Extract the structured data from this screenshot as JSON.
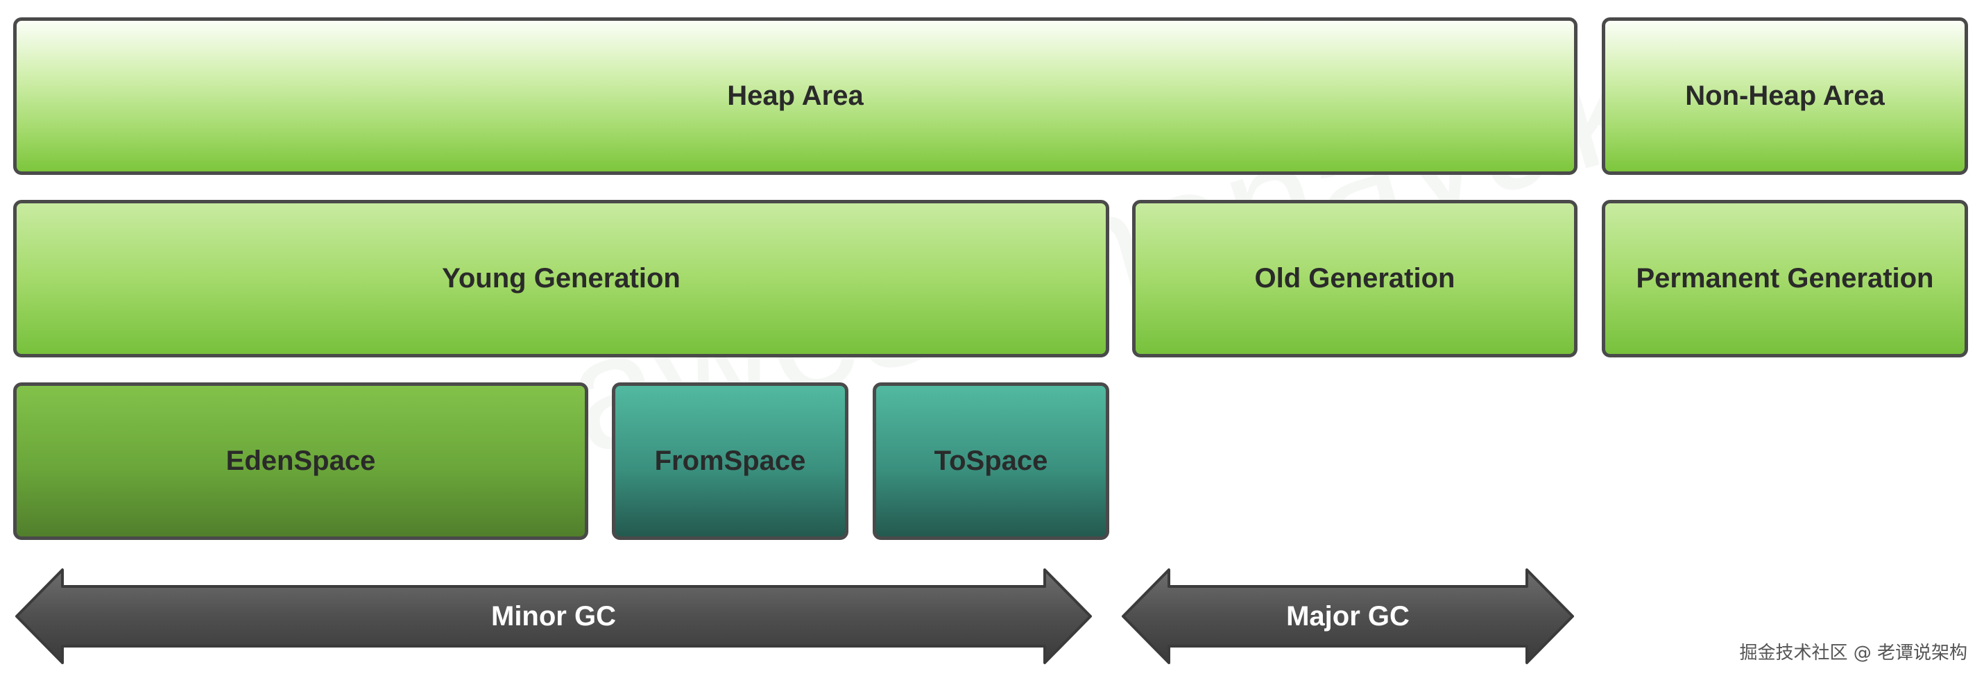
{
  "diagram": {
    "heap_area": "Heap Area",
    "non_heap_area": "Non-Heap Area",
    "young_generation": "Young Generation",
    "old_generation": "Old Generation",
    "permanent_generation": "Permanent Generation",
    "eden_space": "EdenSpace",
    "from_space": "FromSpace",
    "to_space": "ToSpace",
    "minor_gc": "Minor GC",
    "major_gc": "Major GC"
  },
  "watermark": "theawesomenayak",
  "credit": "掘金技术社区 @ 老谭说架构",
  "colors": {
    "border": "#4a4a4a",
    "lime_bottom": "#7dc63c",
    "eden_bottom": "#517f2c",
    "teal_bottom": "#24594f",
    "arrow": "#505050"
  }
}
